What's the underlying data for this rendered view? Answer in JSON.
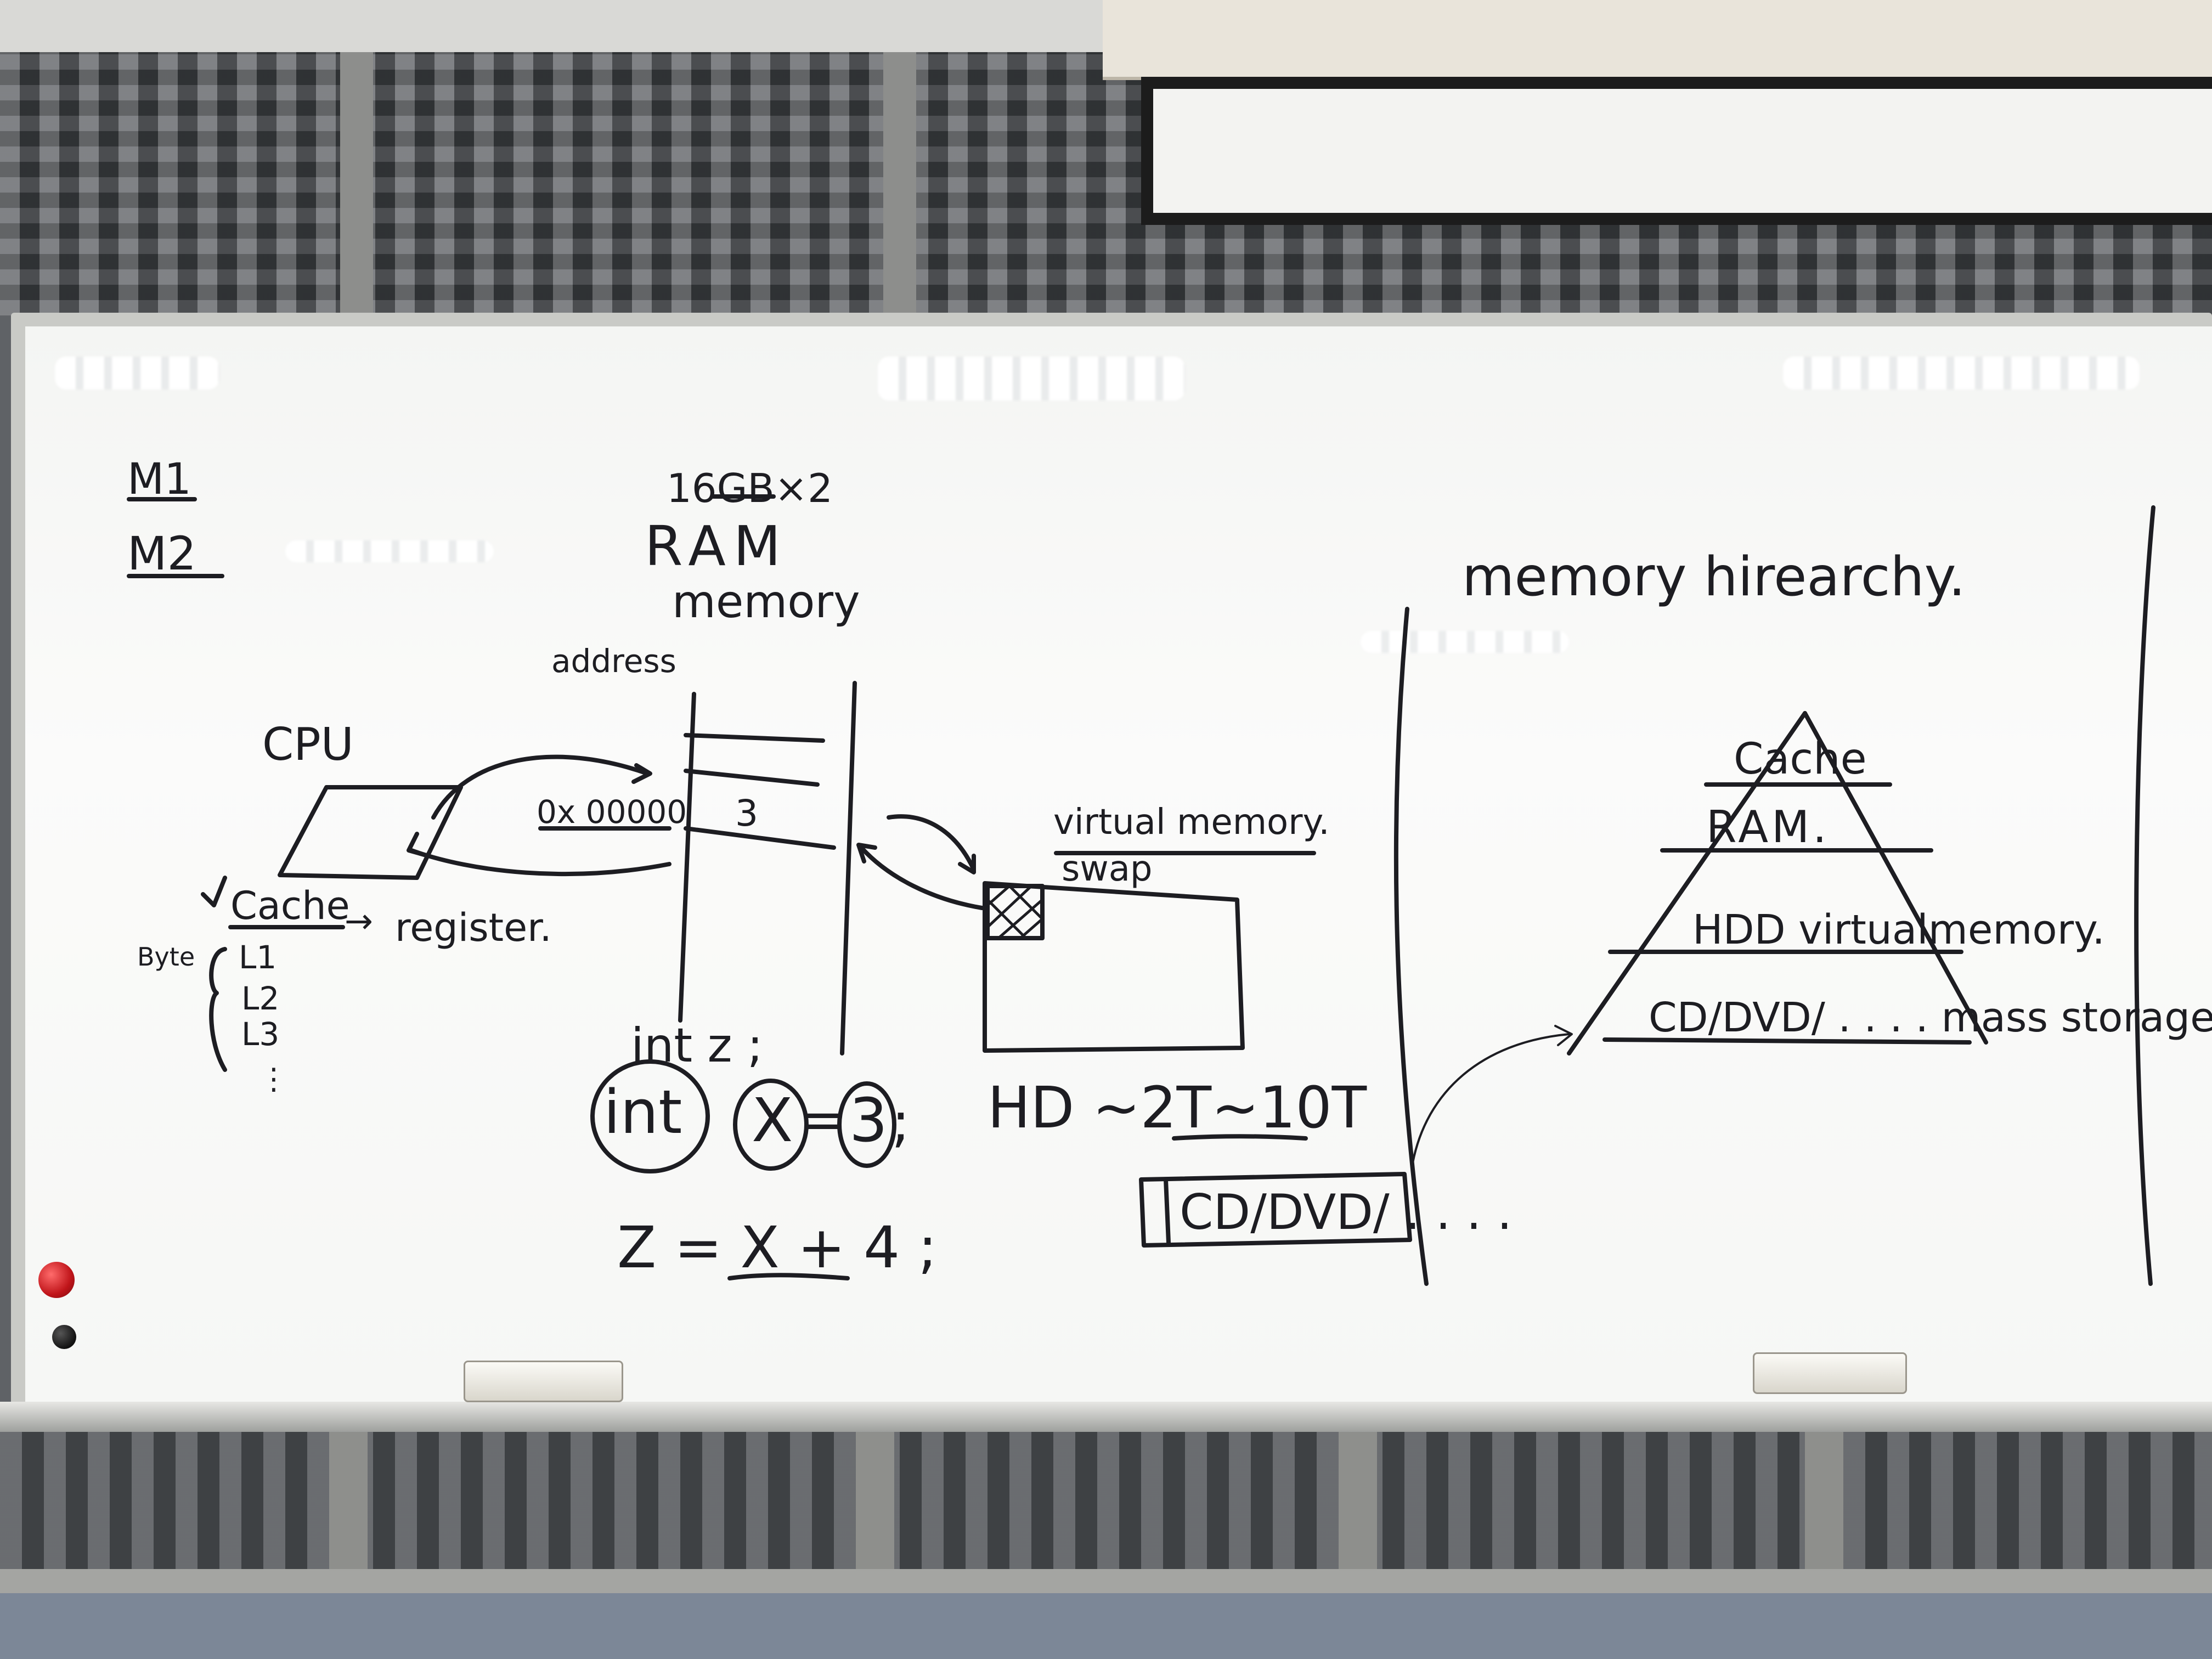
{
  "board": {
    "models": [
      "M1",
      "M2"
    ],
    "ram_size": "16GB×2",
    "ram_title": "RAM",
    "memory_title": "memory",
    "address_label": "address",
    "cpu_label": "CPU",
    "address_value": "0x 00000",
    "memory_cell_value": "3",
    "cache_label": "Cache",
    "arrow_to": "→",
    "register_label": "register.",
    "byte_label": "Byte",
    "cache_levels": [
      "L1",
      "L2",
      "L3",
      "⋮"
    ],
    "code_line1": "int z ;",
    "code_line2_type": "int",
    "code_line2_var": "X",
    "code_line2_op": "=",
    "code_line2_val": "3",
    "code_line2_end": ";",
    "code_line3": "Z = X + 4 ;",
    "virtual_memory_label": "virtual memory.",
    "swap_label": "swap",
    "hd_label": "HD ~2T~10T",
    "cd_label": "CD/DVD/ . . . .",
    "hierarchy_title": "memory hirearchy.",
    "pyramid_levels": [
      "Cache",
      "RAM.",
      "HDD virtualmemory.",
      "CD/DVD/ . . . . mass storage ."
    ]
  }
}
